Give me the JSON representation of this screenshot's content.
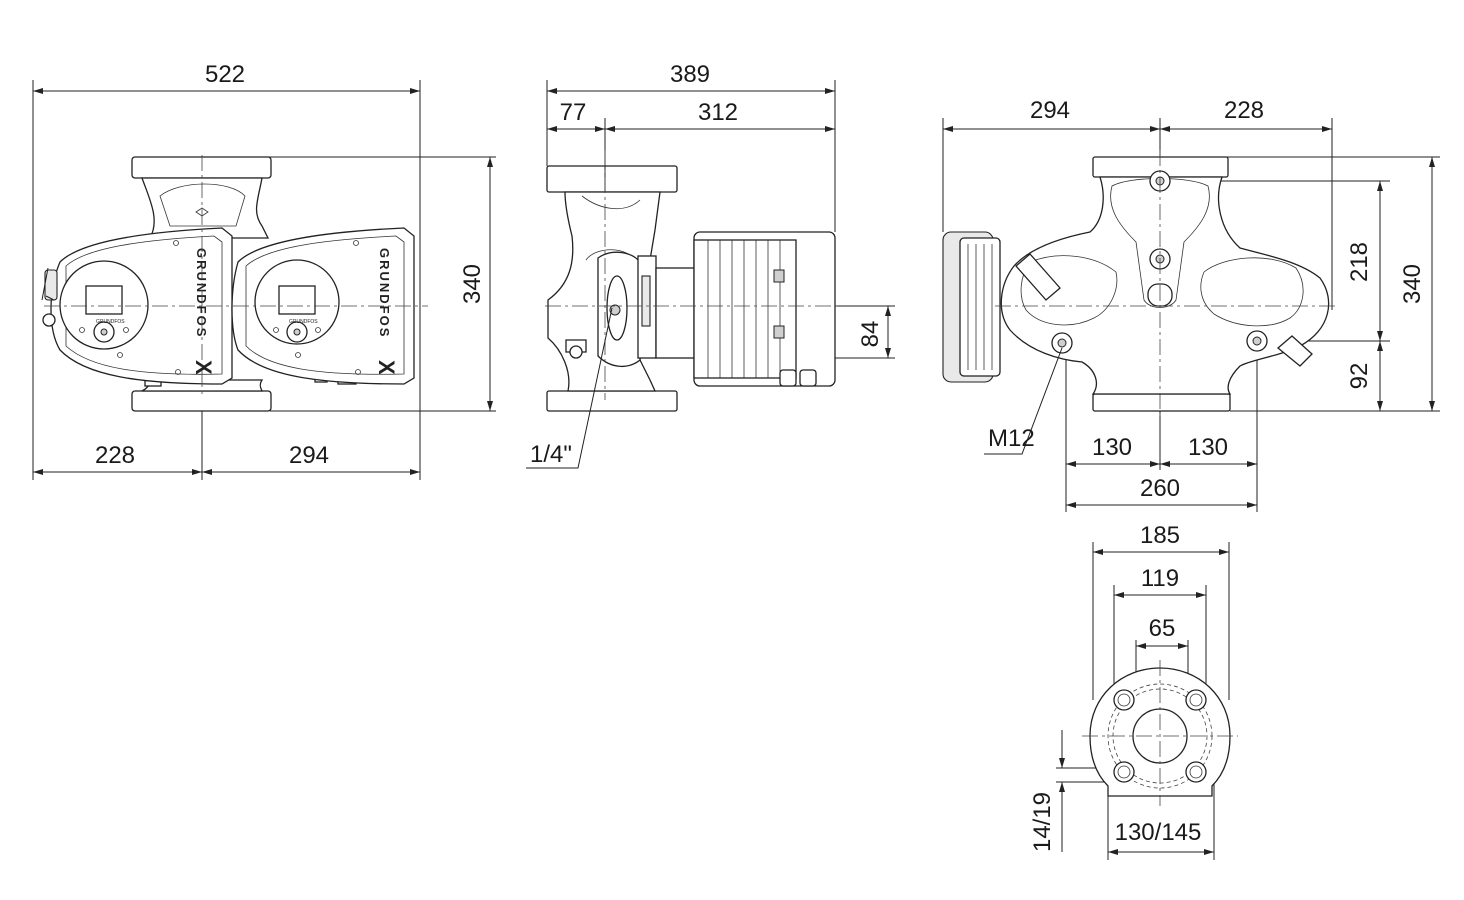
{
  "brand": {
    "name": "GRUNDFOS",
    "mark": "X"
  },
  "front_view": {
    "overall_width": "522",
    "height": "340",
    "left_offset": "228",
    "right_offset": "294"
  },
  "side_view": {
    "overall_depth": "389",
    "flange_offset": "77",
    "motor_length": "312",
    "axis_height": "84",
    "vent_thread": "1/4\""
  },
  "rear_view": {
    "left_width": "294",
    "right_width": "228",
    "upper_height": "218",
    "total_height": "340",
    "lower_height": "92",
    "foot_left": "130",
    "foot_right": "130",
    "foot_span": "260",
    "foot_thread": "M12"
  },
  "flange_view": {
    "outer_diameter": "185",
    "bolt_circle": "119",
    "bore": "65",
    "bolt_holes": "14/19",
    "pitch_circle": "130/145"
  }
}
